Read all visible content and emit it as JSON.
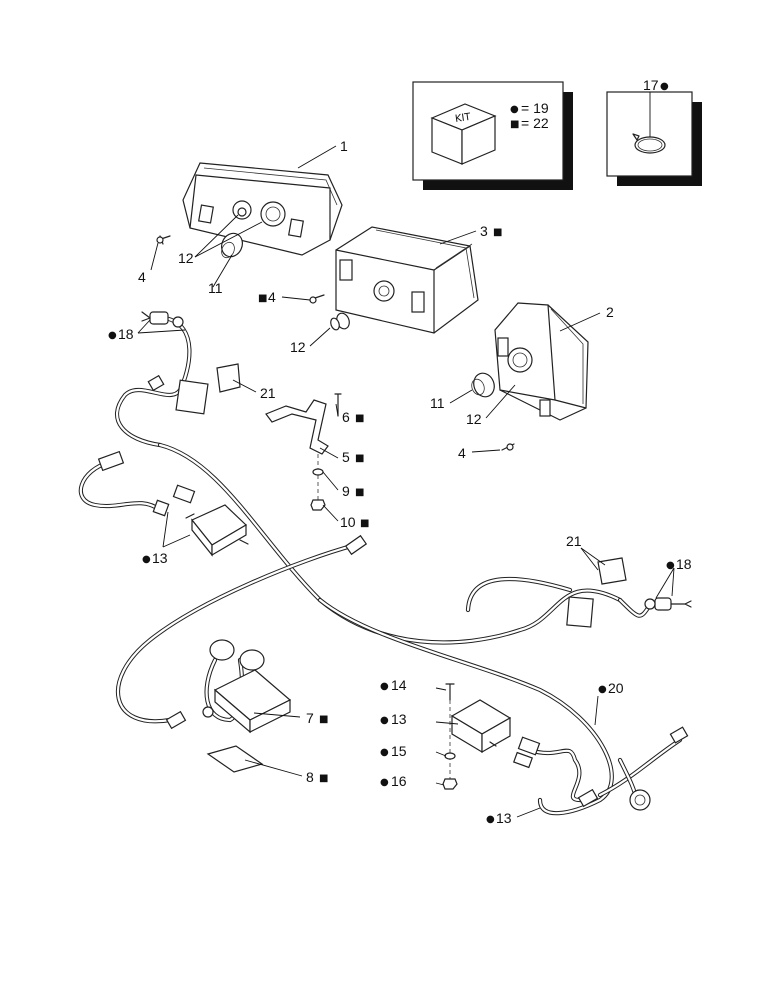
{
  "kit_box": {
    "kit_text": "KIT",
    "legend": [
      {
        "symbol": "●",
        "text": "= 19"
      },
      {
        "symbol": "■",
        "text": "= 22"
      }
    ]
  },
  "clamp_box": {
    "label": "17",
    "symbol": "●"
  },
  "callouts": {
    "c1": {
      "num": "1",
      "sym": ""
    },
    "c2": {
      "num": "2",
      "sym": ""
    },
    "c3": {
      "num": "3",
      "sym": "■"
    },
    "c4a": {
      "num": "4",
      "sym": ""
    },
    "c4b": {
      "num": "4",
      "sym": "■"
    },
    "c4c": {
      "num": "4",
      "sym": ""
    },
    "c5": {
      "num": "5",
      "sym": "■"
    },
    "c6": {
      "num": "6",
      "sym": "■"
    },
    "c7": {
      "num": "7",
      "sym": "■"
    },
    "c8": {
      "num": "8",
      "sym": "■"
    },
    "c9": {
      "num": "9",
      "sym": "■"
    },
    "c10": {
      "num": "10",
      "sym": "■"
    },
    "c11a": {
      "num": "11",
      "sym": ""
    },
    "c11b": {
      "num": "11",
      "sym": ""
    },
    "c12a": {
      "num": "12",
      "sym": ""
    },
    "c12b": {
      "num": "12",
      "sym": ""
    },
    "c12c": {
      "num": "12",
      "sym": ""
    },
    "c13a": {
      "num": "13",
      "sym": "●"
    },
    "c13b": {
      "num": "13",
      "sym": "●"
    },
    "c13c": {
      "num": "13",
      "sym": "●"
    },
    "c14": {
      "num": "14",
      "sym": "●"
    },
    "c15": {
      "num": "15",
      "sym": "●"
    },
    "c16": {
      "num": "16",
      "sym": "●"
    },
    "c18a": {
      "num": "18",
      "sym": "●"
    },
    "c18b": {
      "num": "18",
      "sym": "●"
    },
    "c20": {
      "num": "20",
      "sym": "●"
    },
    "c21a": {
      "num": "21",
      "sym": ""
    },
    "c21b": {
      "num": "21",
      "sym": ""
    }
  }
}
